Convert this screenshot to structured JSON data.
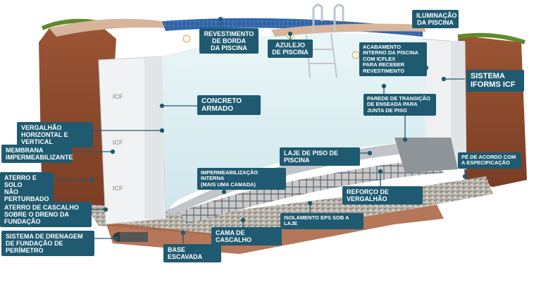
{
  "labels": {
    "revestimento_borda": "REVESTIMENTO\nDE BORDA\nDA PISCINA",
    "azulejo": "AZULEJO\nDE PISCINA",
    "iluminacao": "ILUMINAÇÃO\nDA PISCINA",
    "acabamento": "ACABAMENTO\nINTERNO DA PISCINA\nCOM ICFLEX\nPARA RECEBER\nREVESTIMENTO",
    "sistema_iforms": "SISTEMA\nIFORMS ICF",
    "concreto_armado": "CONCRETO\nARMADO",
    "parede_transicao": "PAREDE DE TRANSIÇÃO\nDE ENSEADA PARA\nJUNTA DE PISO",
    "vergalhao": "VERGALHÃO\nHORIZONTAL E VERTICAL",
    "membrana": "MEMBRANA\nIMPERMEABILIZANTE",
    "laje_piso": "LAJE DE PISO DE PISCINA",
    "pe_acordo": "PÉ DE ACORDO COM\nA ESPECIFICAÇÃO",
    "aterro_solo": "ATERRO E SOLO\nNÃO PERTURBADO",
    "impermeabilizacao": "IMPERMEABILIZAÇÃO INTERNA\n(MAIS UMA CAMADA)",
    "reforco": "REFORÇO DE VERGALHÃO",
    "aterro_cascalho": "ATERRO DE CASCALHO\nSOBRE O DRENO DA FUNDAÇÃO",
    "isolamento": "ISOLAMENTO EPS SOB A LAJE",
    "sistema_drenagem": "SISTEMA DE DRENAGEM\nDE FUNDAÇÃO DE PERÍMETRO",
    "cama_cascalho": "CAMA DE CASCALHO",
    "base_escavada": "BASE ESCAVADA"
  },
  "wall_brand": "ICF",
  "colors": {
    "label_bg": "#1f5a70",
    "soil": "#8e4a2e",
    "water": "#d9eef3",
    "eps": "#eef0f1",
    "tile": "#2e63a8",
    "coping": "#d8b49a",
    "grass": "#5f8a2a"
  }
}
